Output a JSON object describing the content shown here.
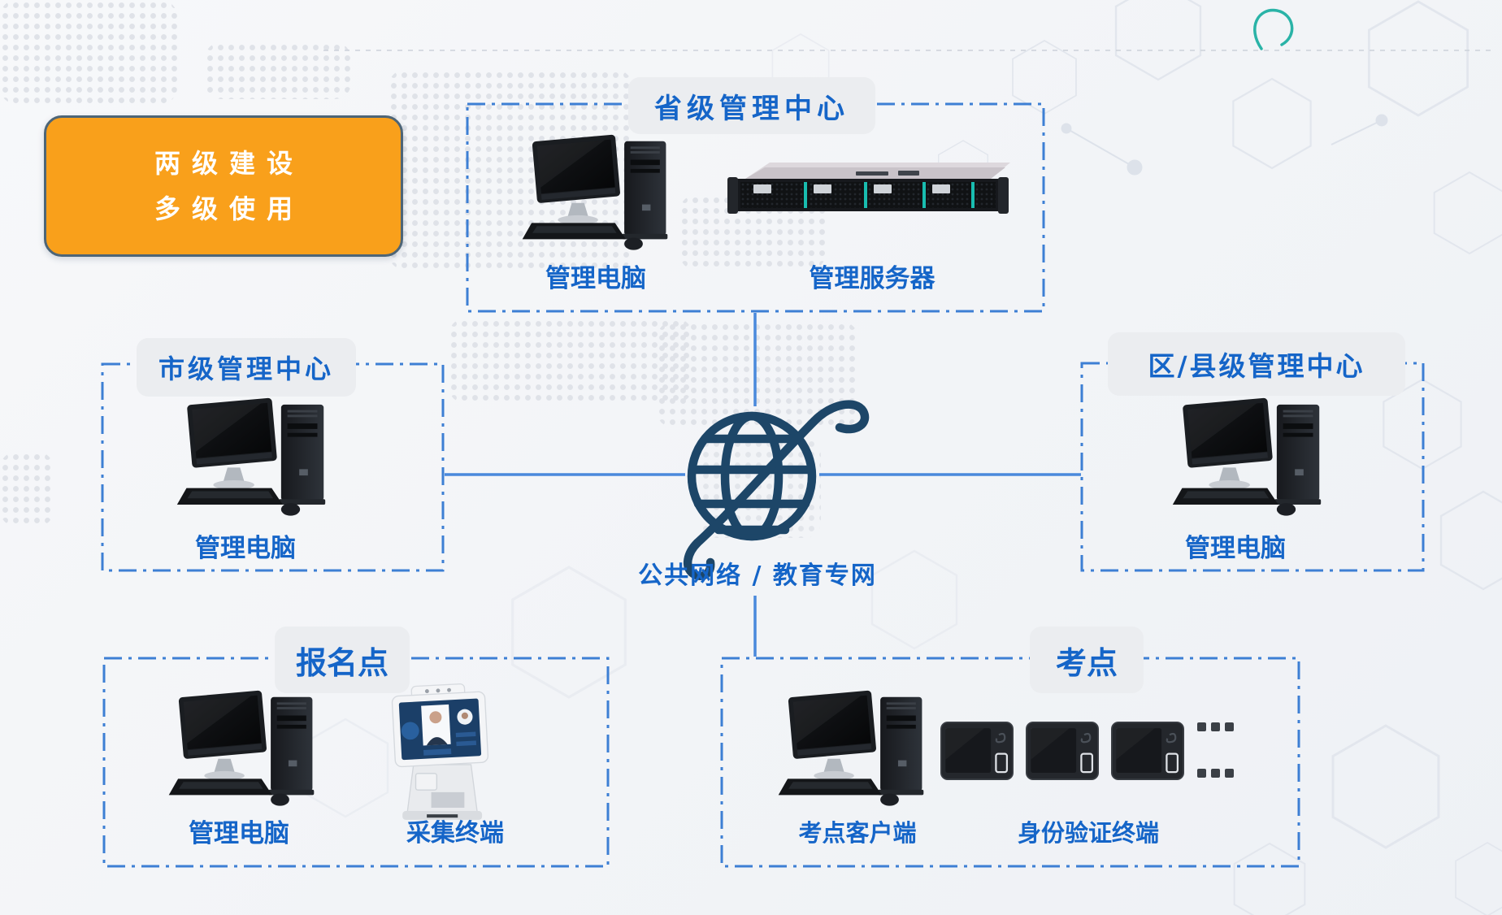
{
  "badge": {
    "line1": "两级建设",
    "line2": "多级使用"
  },
  "network": {
    "label": "公共网络 / 教育专网"
  },
  "nodes": {
    "provincial": {
      "title": "省级管理中心",
      "devices": [
        {
          "label": "管理电脑"
        },
        {
          "label": "管理服务器"
        }
      ]
    },
    "municipal": {
      "title": "市级管理中心",
      "devices": [
        {
          "label": "管理电脑"
        }
      ]
    },
    "district": {
      "title": "区/县级管理中心",
      "devices": [
        {
          "label": "管理电脑"
        }
      ]
    },
    "registration": {
      "title": "报名点",
      "devices": [
        {
          "label": "管理电脑"
        },
        {
          "label": "采集终端"
        }
      ]
    },
    "exam": {
      "title": "考点",
      "devices": [
        {
          "label": "考点客户端"
        },
        {
          "label": "身份验证终端"
        }
      ],
      "more_indicator": "ellipsis-dots"
    }
  },
  "colors": {
    "accent_orange": "#F9A01B",
    "badge_border": "#4d6577",
    "box_border_blue": "#3d7fd4",
    "connector_blue": "#4a89dc",
    "label_text_blue": "#1565c8",
    "globe_navy": "#1d4668",
    "bubble_gray": "#ebedf0",
    "teal_accent": "#2ab3a7"
  }
}
